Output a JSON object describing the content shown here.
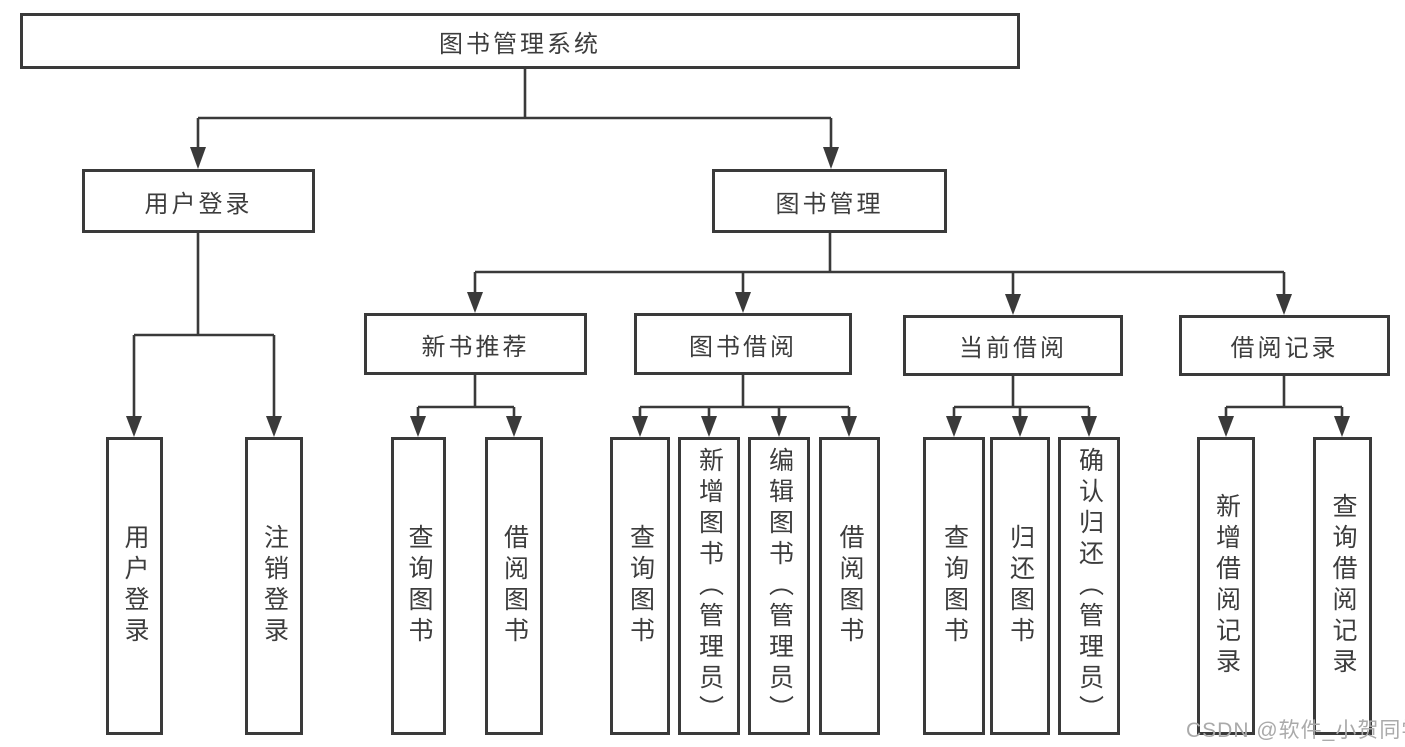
{
  "diagram": {
    "title": "图书管理系统",
    "root": {
      "label": "图书管理系统"
    },
    "level1": [
      {
        "label": "用户登录"
      },
      {
        "label": "图书管理"
      }
    ],
    "level2": [
      {
        "label": "新书推荐"
      },
      {
        "label": "图书借阅"
      },
      {
        "label": "当前借阅"
      },
      {
        "label": "借阅记录"
      }
    ],
    "leaves": [
      {
        "label": "用户登录"
      },
      {
        "label": "注销登录"
      },
      {
        "label": "查询图书"
      },
      {
        "label": "借阅图书"
      },
      {
        "label": "查询图书"
      },
      {
        "label": "新增图书（管理员）"
      },
      {
        "label": "编辑图书（管理员）"
      },
      {
        "label": "借阅图书"
      },
      {
        "label": "查询图书"
      },
      {
        "label": "归还图书"
      },
      {
        "label": "确认归还（管理员）"
      },
      {
        "label": "新增借阅记录"
      },
      {
        "label": "查询借阅记录"
      }
    ]
  },
  "watermark": {
    "text": "CSDN @软件_小贺同学"
  },
  "colors": {
    "line": "#3a3a3a",
    "box_border": "#3a3a3a",
    "text": "#3d3d3d",
    "watermark": "#aaaaaa",
    "background": "#ffffff"
  }
}
